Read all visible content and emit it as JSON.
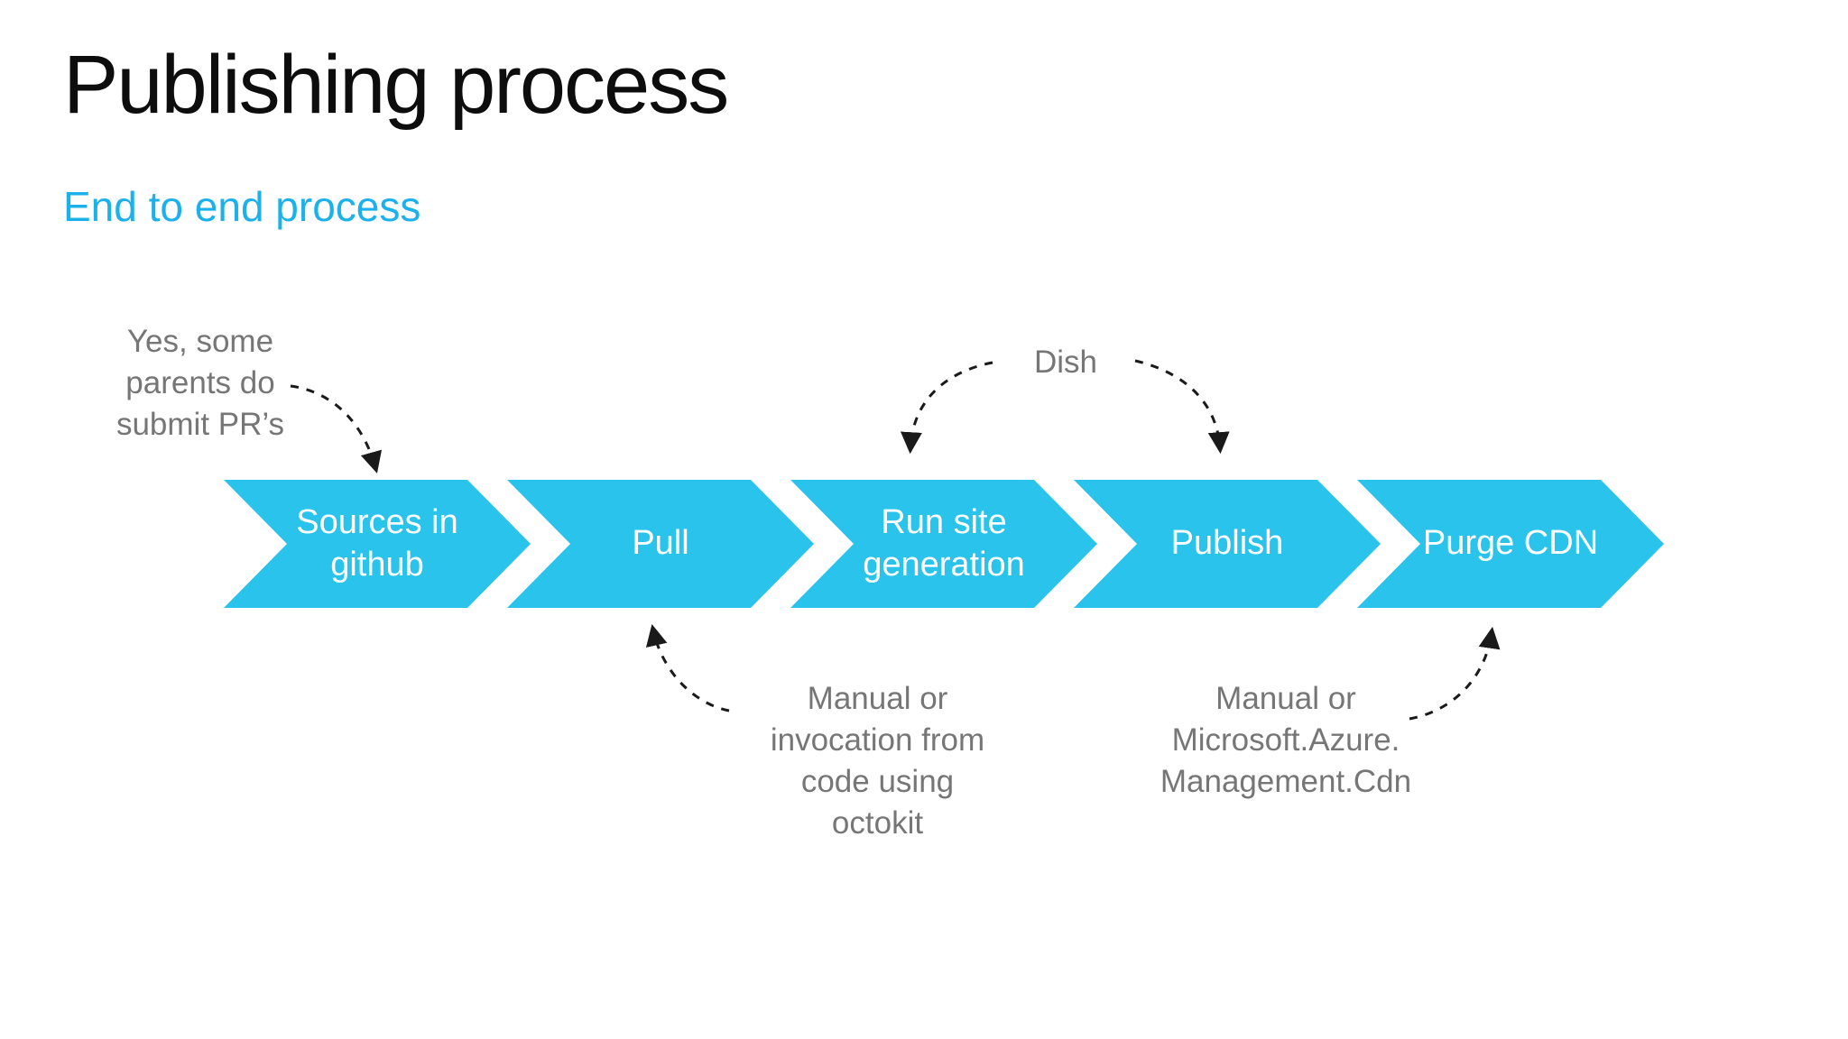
{
  "slide": {
    "title": "Publishing process",
    "subtitle": "End to end process"
  },
  "process": {
    "steps": [
      {
        "label": "Sources in github"
      },
      {
        "label": "Pull"
      },
      {
        "label": "Run site generation"
      },
      {
        "label": "Publish"
      },
      {
        "label": "Purge CDN"
      }
    ]
  },
  "annotations": {
    "pr_note": {
      "lines": [
        "Yes, some",
        "parents do",
        "submit PR’s"
      ]
    },
    "dish_note": {
      "text": "Dish"
    },
    "octokit_note": {
      "lines": [
        "Manual or",
        "invocation from",
        "code using",
        "octokit"
      ]
    },
    "cdn_note": {
      "lines": [
        "Manual or",
        "Microsoft.Azure.",
        "Management.Cdn"
      ]
    }
  },
  "colors": {
    "chevron_fill": "#29c3ec",
    "subtitle_text": "#1cb1ea",
    "annotation_text": "#767676",
    "title_text": "#0d0d0d",
    "arrow_stroke": "#1a1a1a"
  }
}
